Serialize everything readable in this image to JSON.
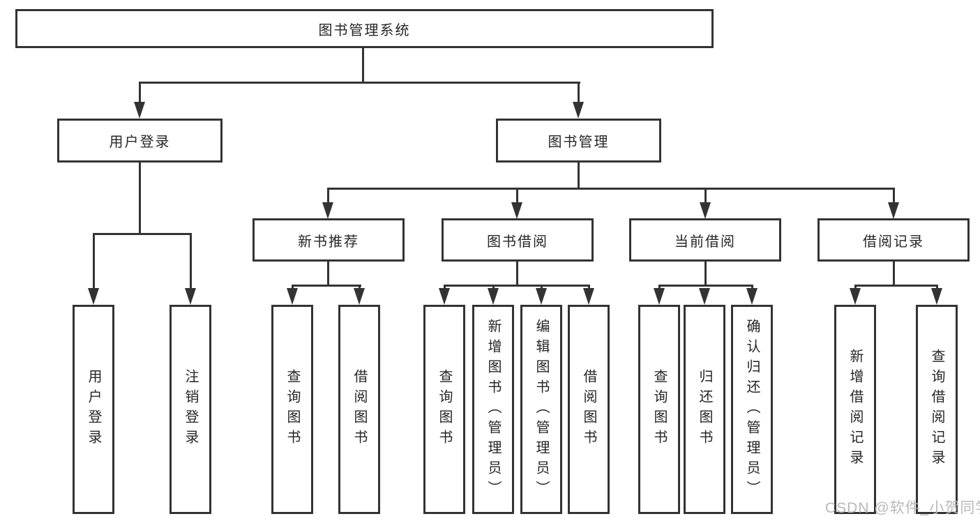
{
  "nodes": {
    "root": "图书管理系统",
    "user_login": "用户登录",
    "book_mgmt": "图书管理",
    "new_book_rec": "新书推荐",
    "book_borrow": "图书借阅",
    "current_borrow": "当前借阅",
    "borrow_records": "借阅记录",
    "leaf_user_login": "用户登录",
    "leaf_logout": "注销登录",
    "leaf_nb_query": "查询图书",
    "leaf_nb_borrow": "借阅图书",
    "leaf_bb_query": "查询图书",
    "leaf_bb_add": "新增图书（管理员）",
    "leaf_bb_edit": "编辑图书（管理员）",
    "leaf_bb_borrow": "借阅图书",
    "leaf_cb_query": "查询图书",
    "leaf_cb_return": "归还图书",
    "leaf_cb_confirm": "确认归还（管理员）",
    "leaf_br_add": "新增借阅记录",
    "leaf_br_query": "查询借阅记录"
  },
  "watermark": "CSDN @软件_小贺同学",
  "colors": {
    "line": "#333333",
    "text": "#262626",
    "watermark": "#b9b9b9",
    "background": "#ffffff"
  }
}
